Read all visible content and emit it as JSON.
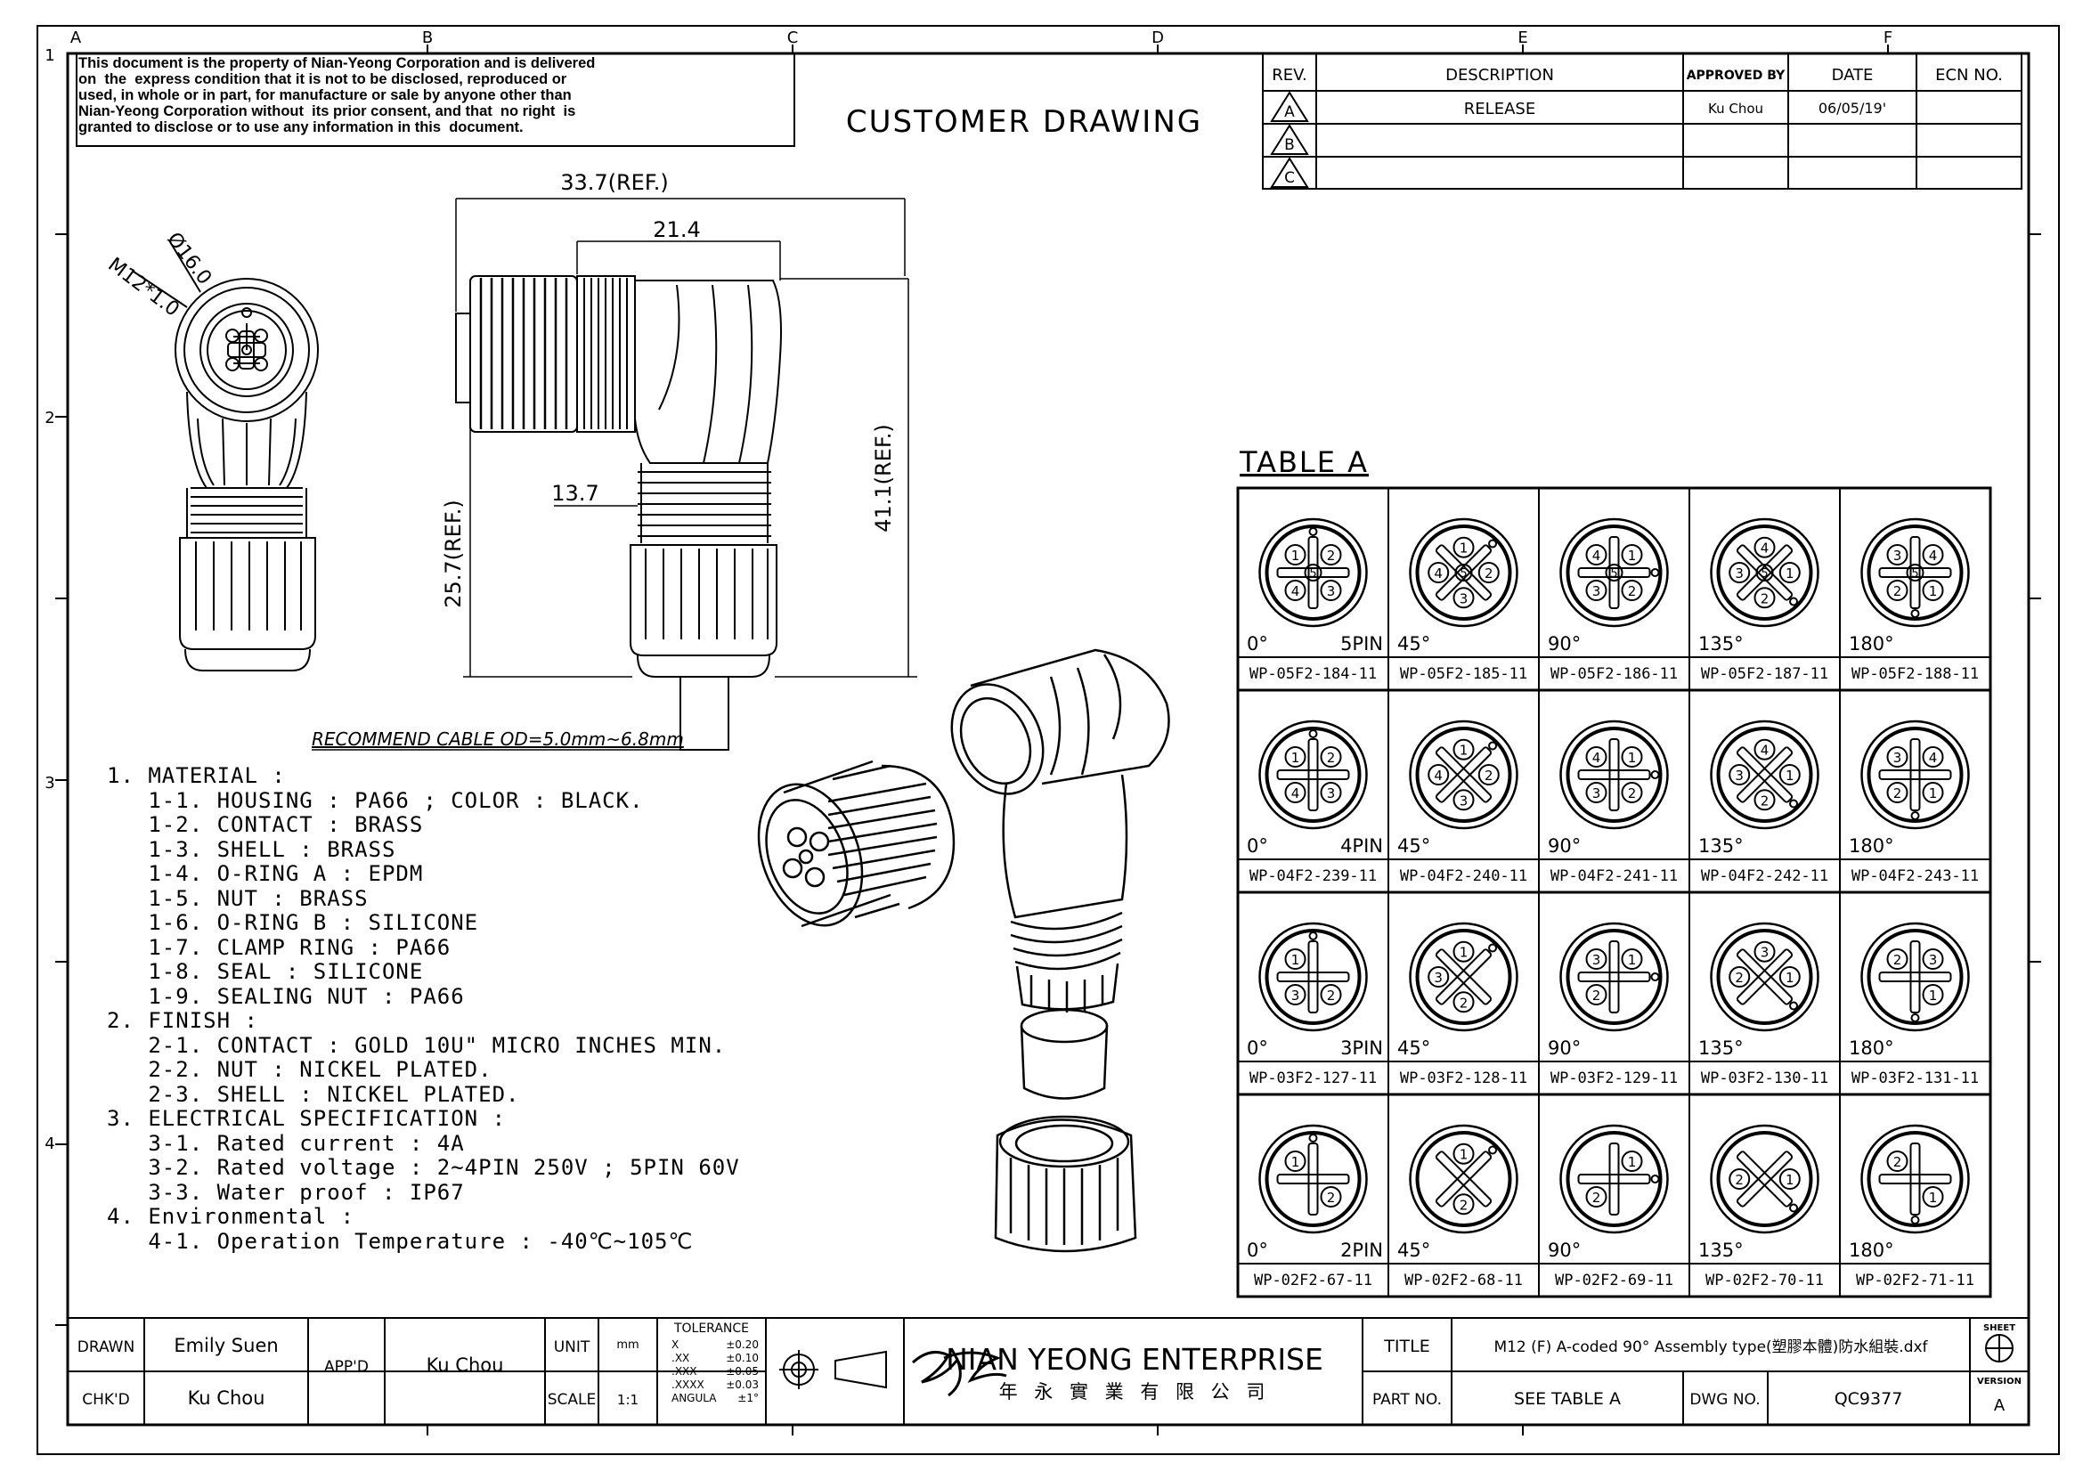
{
  "notice": "This document is the property of Nian-Yeong Corporation and is delivered\non  the  express condition that it is not to be disclosed, reproduced or\nused, in whole or in part, for manufacture or sale by anyone other than\nNian-Yeong Corporation without  its prior consent, and that  no right  is\ngranted to disclose or to use any information in this  document.",
  "header_title": "CUSTOMER DRAWING",
  "grid_letters": [
    "A",
    "B",
    "C",
    "D",
    "E",
    "F"
  ],
  "grid_numbers": [
    "1",
    "2",
    "3",
    "4"
  ],
  "revision": {
    "headers": [
      "REV.",
      "DESCRIPTION",
      "APPROVED BY",
      "DATE",
      "ECN NO."
    ],
    "rows": [
      {
        "rev": "A",
        "description": "RELEASE",
        "approved": "Ku Chou",
        "date": "06/05/19'",
        "ecn": ""
      },
      {
        "rev": "B",
        "description": "",
        "approved": "",
        "date": "",
        "ecn": ""
      },
      {
        "rev": "C",
        "description": "",
        "approved": "",
        "date": "",
        "ecn": ""
      }
    ]
  },
  "dimensions": {
    "thread": "M12*1.0",
    "dia": "Ø16.0",
    "overall_len": "33.7(REF.)",
    "nut_len": "21.4",
    "height": "41.1(REF.)",
    "body_h": "25.7(REF.)",
    "neck": "13.7",
    "cable": "RECOMMEND CABLE OD=5.0mm~6.8mm"
  },
  "notes": "1. MATERIAL :\n   1-1. HOUSING : PA66 ; COLOR : BLACK.\n   1-2. CONTACT : BRASS\n   1-3. SHELL : BRASS\n   1-4. O-RING A : EPDM\n   1-5. NUT : BRASS\n   1-6. O-RING B : SILICONE\n   1-7. CLAMP RING : PA66\n   1-8. SEAL : SILICONE\n   1-9. SEALING NUT : PA66\n2. FINISH :\n   2-1. CONTACT : GOLD 10U\" MICRO INCHES MIN.\n   2-2. NUT : NICKEL PLATED.\n   2-3. SHELL : NICKEL PLATED.\n3. ELECTRICAL SPECIFICATION :\n   3-1. Rated current : 4A\n   3-2. Rated voltage : 2~4PIN 250V ; 5PIN 60V\n   3-3. Water proof : IP67\n4. Environmental :\n   4-1. Operation Temperature : -40℃~105℃",
  "table_a": {
    "title": "TABLE A",
    "rows": [
      {
        "pins": "5PIN",
        "count": 5,
        "cells": [
          {
            "angle": "0°",
            "part": "WP-05F2-184-11"
          },
          {
            "angle": "45°",
            "part": "WP-05F2-185-11"
          },
          {
            "angle": "90°",
            "part": "WP-05F2-186-11"
          },
          {
            "angle": "135°",
            "part": "WP-05F2-187-11"
          },
          {
            "angle": "180°",
            "part": "WP-05F2-188-11"
          }
        ]
      },
      {
        "pins": "4PIN",
        "count": 4,
        "cells": [
          {
            "angle": "0°",
            "part": "WP-04F2-239-11"
          },
          {
            "angle": "45°",
            "part": "WP-04F2-240-11"
          },
          {
            "angle": "90°",
            "part": "WP-04F2-241-11"
          },
          {
            "angle": "135°",
            "part": "WP-04F2-242-11"
          },
          {
            "angle": "180°",
            "part": "WP-04F2-243-11"
          }
        ]
      },
      {
        "pins": "3PIN",
        "count": 3,
        "cells": [
          {
            "angle": "0°",
            "part": "WP-03F2-127-11"
          },
          {
            "angle": "45°",
            "part": "WP-03F2-128-11"
          },
          {
            "angle": "90°",
            "part": "WP-03F2-129-11"
          },
          {
            "angle": "135°",
            "part": "WP-03F2-130-11"
          },
          {
            "angle": "180°",
            "part": "WP-03F2-131-11"
          }
        ]
      },
      {
        "pins": "2PIN",
        "count": 2,
        "cells": [
          {
            "angle": "0°",
            "part": "WP-02F2-67-11"
          },
          {
            "angle": "45°",
            "part": "WP-02F2-68-11"
          },
          {
            "angle": "90°",
            "part": "WP-02F2-69-11"
          },
          {
            "angle": "135°",
            "part": "WP-02F2-70-11"
          },
          {
            "angle": "180°",
            "part": "WP-02F2-71-11"
          }
        ]
      }
    ]
  },
  "title_block": {
    "drawn_label": "DRAWN",
    "drawn": "Emily Suen",
    "chkd_label": "CHK'D",
    "chkd": "Ku Chou",
    "appd_label": "APP'D",
    "appd": "Ku Chou",
    "unit_label": "UNIT",
    "unit": "mm",
    "scale_label": "SCALE",
    "scale": "1:1",
    "tolerance_label": "TOLERANCE",
    "tolerance": [
      [
        "X",
        "±0.20"
      ],
      [
        ".XX",
        "±0.10"
      ],
      [
        ".XXX",
        "±0.05"
      ],
      [
        ".XXXX",
        "±0.03"
      ],
      [
        "ANGULA",
        "±1°"
      ]
    ],
    "company": "NIAN YEONG ENTERPRISE",
    "company_cn": "年 永 實 業 有 限 公 司",
    "title_label": "TITLE",
    "title": "M12 (F) A-coded 90° Assembly type(塑膠本體)防水組裝.dxf",
    "part_label": "PART NO.",
    "part": "SEE TABLE A",
    "dwg_label": "DWG NO.",
    "dwg": "QC9377",
    "sheet_label": "SHEET",
    "version_label": "VERSION",
    "version": "A"
  }
}
